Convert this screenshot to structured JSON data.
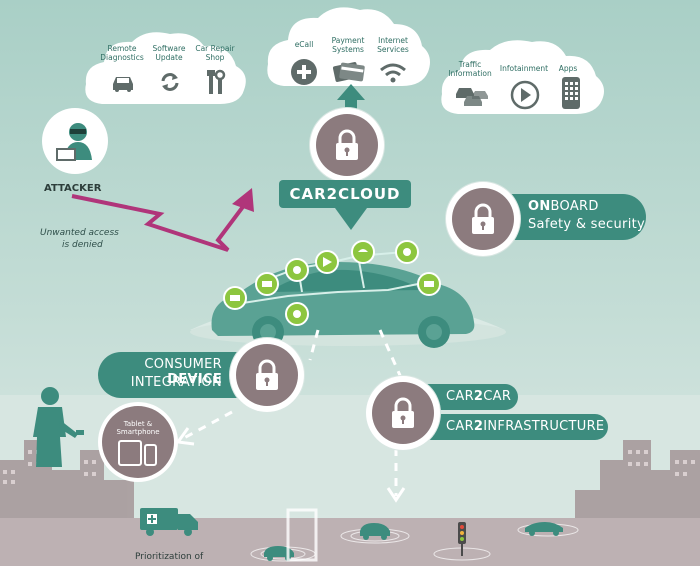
{
  "clouds": {
    "left": {
      "items": [
        {
          "label": "Remote Diagnostics",
          "icon": "car-icon"
        },
        {
          "label": "Software Update",
          "icon": "refresh-icon"
        },
        {
          "label": "Car Repair Shop",
          "icon": "tools-icon"
        }
      ]
    },
    "center": {
      "items": [
        {
          "label": "eCall",
          "icon": "medical-cross-icon"
        },
        {
          "label": "Payment Systems",
          "icon": "credit-card-icon"
        },
        {
          "label": "Internet Services",
          "icon": "wifi-icon"
        }
      ]
    },
    "right": {
      "items": [
        {
          "label": "Traffic Information",
          "icon": "traffic-cars-icon"
        },
        {
          "label": "Infotainment",
          "icon": "play-icon"
        },
        {
          "label": "Apps",
          "icon": "phone-apps-icon"
        }
      ]
    }
  },
  "attacker": {
    "label": "ATTACKER",
    "note_line1": "Unwanted access",
    "note_line2": "is denied"
  },
  "car2cloud": {
    "label": "CAR2CLOUD"
  },
  "onboard": {
    "bold": "ON",
    "rest": "BOARD",
    "line2": "Safety & security"
  },
  "consumer": {
    "line1a": "CONSUMER ",
    "line1b": "DEVICE",
    "line2": "INTEGRATION"
  },
  "car2car": {
    "a": "CAR",
    "b": "2",
    "c": "CAR"
  },
  "car2infra": {
    "a": "CAR",
    "b": "2",
    "c": "INFRASTRUCTURE"
  },
  "tablet": {
    "label_line1": "Tablet &",
    "label_line2": "Smartphone"
  },
  "prioritization": {
    "label": "Prioritization of"
  },
  "colors": {
    "teal": "#3d8c7e",
    "mauve": "#8c7b7e",
    "green": "#8dc63f",
    "magenta": "#b0357a",
    "background": "#bcd8d0"
  }
}
